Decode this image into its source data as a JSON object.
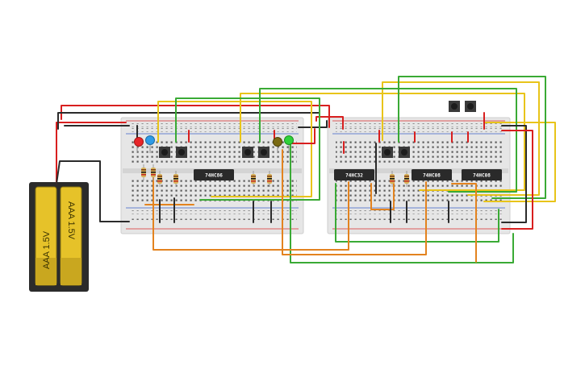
{
  "breadboards": [
    {
      "id": "left"
    },
    {
      "id": "right"
    }
  ],
  "chips": [
    {
      "id": "chip-1",
      "label": "74HC86"
    },
    {
      "id": "chip-2",
      "label": "74HC32"
    },
    {
      "id": "chip-3",
      "label": "74HC08"
    },
    {
      "id": "chip-4",
      "label": "74HC08"
    }
  ],
  "battery": {
    "cells": [
      {
        "label": "AAA 1.5V"
      },
      {
        "label": "AAA 1.5V"
      }
    ]
  },
  "leds": [
    {
      "color": "#e8262a"
    },
    {
      "color": "#2f9be6"
    },
    {
      "color": "#7a6a12"
    },
    {
      "color": "#2fd23a"
    }
  ],
  "colors": {
    "board": "#e6e6e6",
    "rail_red": "#d92a2a",
    "rail_blue": "#3a62c9",
    "wire_red": "#d81f1f",
    "wire_black": "#2b2b2b",
    "wire_green": "#3aaa35",
    "wire_yellow": "#e8c41a",
    "wire_orange": "#e3831f",
    "chip": "#2a2a2a",
    "battery_body": "#2b2b2b",
    "battery_cell": "#e6c229"
  }
}
